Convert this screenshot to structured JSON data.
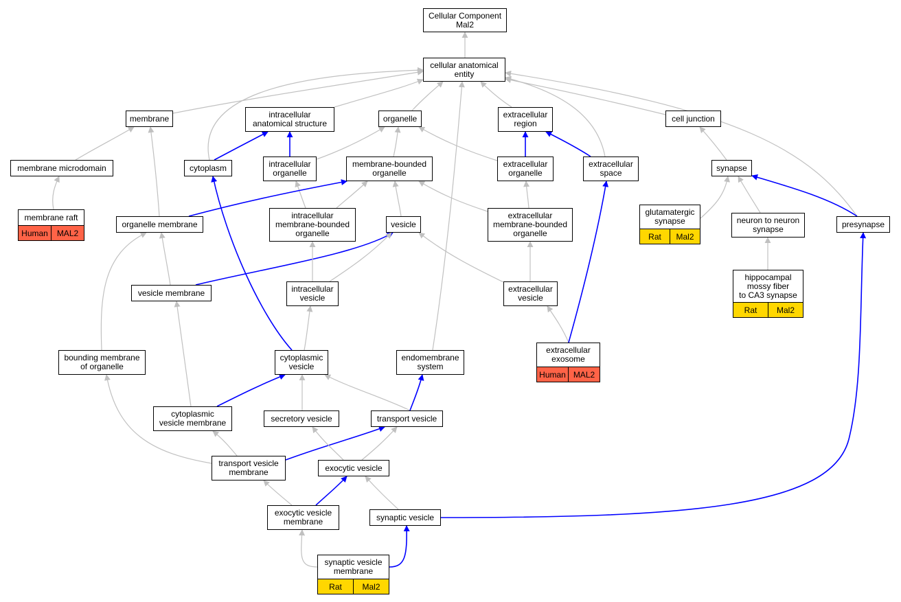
{
  "title": "Cellular Component\nMal2",
  "nodes": {
    "root": "Cellular Component\nMal2",
    "cae": "cellular anatomical\nentity",
    "membrane": "membrane",
    "ias": "intracellular\nanatomical structure",
    "organelle": "organelle",
    "ecregion": "extracellular\nregion",
    "celljunction": "cell junction",
    "memmicro": "membrane microdomain",
    "cytoplasm": "cytoplasm",
    "icorg": "intracellular\norganelle",
    "mborg": "membrane-bounded\norganelle",
    "ecorg": "extracellular\norganelle",
    "ecspace": "extracellular\nspace",
    "synapse": "synapse",
    "memraft": "membrane raft",
    "orgmem": "organelle membrane",
    "icmborg": "intracellular\nmembrane-bounded\norganelle",
    "vesicle": "vesicle",
    "ecmborg": "extracellular\nmembrane-bounded\norganelle",
    "glutsyn": "glutamatergic\nsynapse",
    "n2n": "neuron to neuron\nsynapse",
    "presyn": "presynapse",
    "vesmem": "vesicle membrane",
    "icves": "intracellular\nvesicle",
    "ecves": "extracellular\nvesicle",
    "hippo": "hippocampal\nmossy fiber\nto CA3 synapse",
    "bmo": "bounding membrane\nof organelle",
    "cytves": "cytoplasmic\nvesicle",
    "endo": "endomembrane\nsystem",
    "exosome": "extracellular\nexosome",
    "cvm": "cytoplasmic\nvesicle membrane",
    "secves": "secretory vesicle",
    "transves": "transport vesicle",
    "tvm": "transport vesicle\nmembrane",
    "exoves": "exocytic vesicle",
    "evm": "exocytic vesicle\nmembrane",
    "synves": "synaptic vesicle",
    "svm": "synaptic vesicle\nmembrane"
  },
  "annotations": {
    "memraft": {
      "species": "Human",
      "gene": "MAL2"
    },
    "exosome": {
      "species": "Human",
      "gene": "MAL2"
    },
    "glutsyn": {
      "species": "Rat",
      "gene": "Mal2"
    },
    "hippo": {
      "species": "Rat",
      "gene": "Mal2"
    },
    "svm": {
      "species": "Rat",
      "gene": "Mal2"
    }
  },
  "colors": {
    "is_a_edge": "#c0c0c0",
    "part_of_edge": "#0000ff",
    "human_annotation": "#ff6347",
    "rat_annotation": "#ffd700"
  },
  "edges": [
    {
      "from": "cae",
      "to": "root",
      "type": "is_a"
    },
    {
      "from": "membrane",
      "to": "cae",
      "type": "is_a"
    },
    {
      "from": "ias",
      "to": "cae",
      "type": "is_a"
    },
    {
      "from": "organelle",
      "to": "cae",
      "type": "is_a"
    },
    {
      "from": "ecregion",
      "to": "cae",
      "type": "is_a"
    },
    {
      "from": "celljunction",
      "to": "cae",
      "type": "is_a"
    },
    {
      "from": "cytoplasm",
      "to": "cae",
      "type": "is_a"
    },
    {
      "from": "ecspace",
      "to": "cae",
      "type": "is_a"
    },
    {
      "from": "presyn",
      "to": "cae",
      "type": "is_a"
    },
    {
      "from": "endo",
      "to": "cae",
      "type": "is_a"
    },
    {
      "from": "memmicro",
      "to": "membrane",
      "type": "is_a"
    },
    {
      "from": "orgmem",
      "to": "membrane",
      "type": "is_a"
    },
    {
      "from": "memraft",
      "to": "memmicro",
      "type": "is_a"
    },
    {
      "from": "cytoplasm",
      "to": "ias",
      "type": "part_of"
    },
    {
      "from": "icorg",
      "to": "ias",
      "type": "part_of"
    },
    {
      "from": "icorg",
      "to": "organelle",
      "type": "is_a"
    },
    {
      "from": "mborg",
      "to": "organelle",
      "type": "is_a"
    },
    {
      "from": "ecorg",
      "to": "organelle",
      "type": "is_a"
    },
    {
      "from": "ecorg",
      "to": "ecregion",
      "type": "part_of"
    },
    {
      "from": "ecspace",
      "to": "ecregion",
      "type": "part_of"
    },
    {
      "from": "synapse",
      "to": "celljunction",
      "type": "is_a"
    },
    {
      "from": "icmborg",
      "to": "icorg",
      "type": "is_a"
    },
    {
      "from": "icmborg",
      "to": "mborg",
      "type": "is_a"
    },
    {
      "from": "vesicle",
      "to": "mborg",
      "type": "is_a"
    },
    {
      "from": "ecmborg",
      "to": "mborg",
      "type": "is_a"
    },
    {
      "from": "orgmem",
      "to": "mborg",
      "type": "part_of"
    },
    {
      "from": "ecmborg",
      "to": "ecorg",
      "type": "is_a"
    },
    {
      "from": "glutsyn",
      "to": "synapse",
      "type": "is_a"
    },
    {
      "from": "n2n",
      "to": "synapse",
      "type": "is_a"
    },
    {
      "from": "presyn",
      "to": "synapse",
      "type": "part_of"
    },
    {
      "from": "hippo",
      "to": "n2n",
      "type": "is_a"
    },
    {
      "from": "vesmem",
      "to": "orgmem",
      "type": "is_a"
    },
    {
      "from": "vesmem",
      "to": "vesicle",
      "type": "part_of"
    },
    {
      "from": "bmo",
      "to": "orgmem",
      "type": "is_a"
    },
    {
      "from": "icves",
      "to": "icmborg",
      "type": "is_a"
    },
    {
      "from": "icves",
      "to": "vesicle",
      "type": "is_a"
    },
    {
      "from": "ecves",
      "to": "vesicle",
      "type": "is_a"
    },
    {
      "from": "ecves",
      "to": "ecmborg",
      "type": "is_a"
    },
    {
      "from": "cytves",
      "to": "icves",
      "type": "is_a"
    },
    {
      "from": "cytves",
      "to": "cytoplasm",
      "type": "part_of"
    },
    {
      "from": "exosome",
      "to": "ecves",
      "type": "is_a"
    },
    {
      "from": "exosome",
      "to": "ecspace",
      "type": "part_of"
    },
    {
      "from": "cvm",
      "to": "vesmem",
      "type": "is_a"
    },
    {
      "from": "cvm",
      "to": "cytves",
      "type": "part_of"
    },
    {
      "from": "secves",
      "to": "cytves",
      "type": "is_a"
    },
    {
      "from": "transves",
      "to": "cytves",
      "type": "is_a"
    },
    {
      "from": "transves",
      "to": "endo",
      "type": "part_of"
    },
    {
      "from": "tvm",
      "to": "cvm",
      "type": "is_a"
    },
    {
      "from": "tvm",
      "to": "bmo",
      "type": "is_a"
    },
    {
      "from": "tvm",
      "to": "transves",
      "type": "part_of"
    },
    {
      "from": "exoves",
      "to": "secves",
      "type": "is_a"
    },
    {
      "from": "exoves",
      "to": "transves",
      "type": "is_a"
    },
    {
      "from": "evm",
      "to": "tvm",
      "type": "is_a"
    },
    {
      "from": "evm",
      "to": "exoves",
      "type": "part_of"
    },
    {
      "from": "synves",
      "to": "exoves",
      "type": "is_a"
    },
    {
      "from": "synves",
      "to": "presyn",
      "type": "part_of"
    },
    {
      "from": "svm",
      "to": "evm",
      "type": "is_a"
    },
    {
      "from": "svm",
      "to": "synves",
      "type": "part_of"
    }
  ]
}
